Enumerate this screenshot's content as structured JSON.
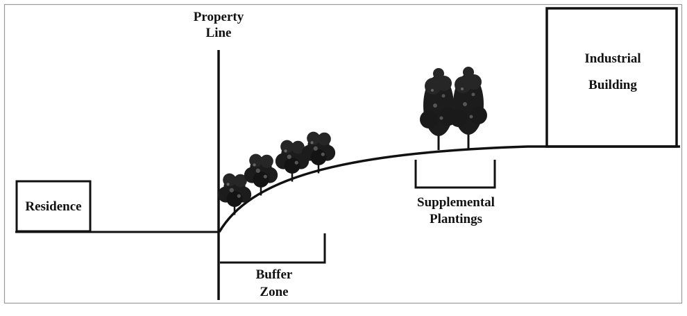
{
  "diagram": {
    "colors": {
      "ink": "#111111",
      "foliage": "#1c1c1c",
      "background": "#ffffff",
      "frame": "#9a9a9a"
    },
    "labels": {
      "property_line": [
        "Property",
        "Line"
      ],
      "residence": "Residence",
      "industrial_building": [
        "Industrial",
        "Building"
      ],
      "buffer_zone": [
        "Buffer",
        "Zone"
      ],
      "supplemental_plantings": [
        "Supplemental",
        "Plantings"
      ]
    },
    "icons": {
      "tree": "tree-icon"
    }
  }
}
